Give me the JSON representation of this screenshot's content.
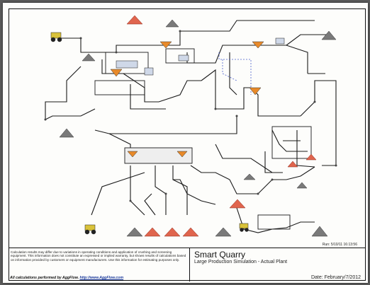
{
  "run_stamp": "Run: 5/10/11 16:13:56",
  "disclaimer": "Calculation results may differ due to variations in operating conditions and application of crushing and screening equipment. This information does not constitute an expressed or implied warranty, but shows results of calculations based on information provided by customers or equipment manufacturers. Use this information for estimating purposes only.",
  "credit_prefix": "All calculations performed by AggFlow.",
  "credit_link": "http://www.AggFlow.com",
  "project_title": "Smart Quarry",
  "project_subtitle": "Large Production Simulation - Actual Plant",
  "date_line": "Date: February/7/2012",
  "colors": {
    "line": "#1a1a1a",
    "stockpile_red": "#e0654e",
    "stockpile_gray": "#7a7a7a",
    "loader": "#d9c23a",
    "screen_orange": "#e88a2a",
    "dashed_blue": "#4a5fcc"
  }
}
